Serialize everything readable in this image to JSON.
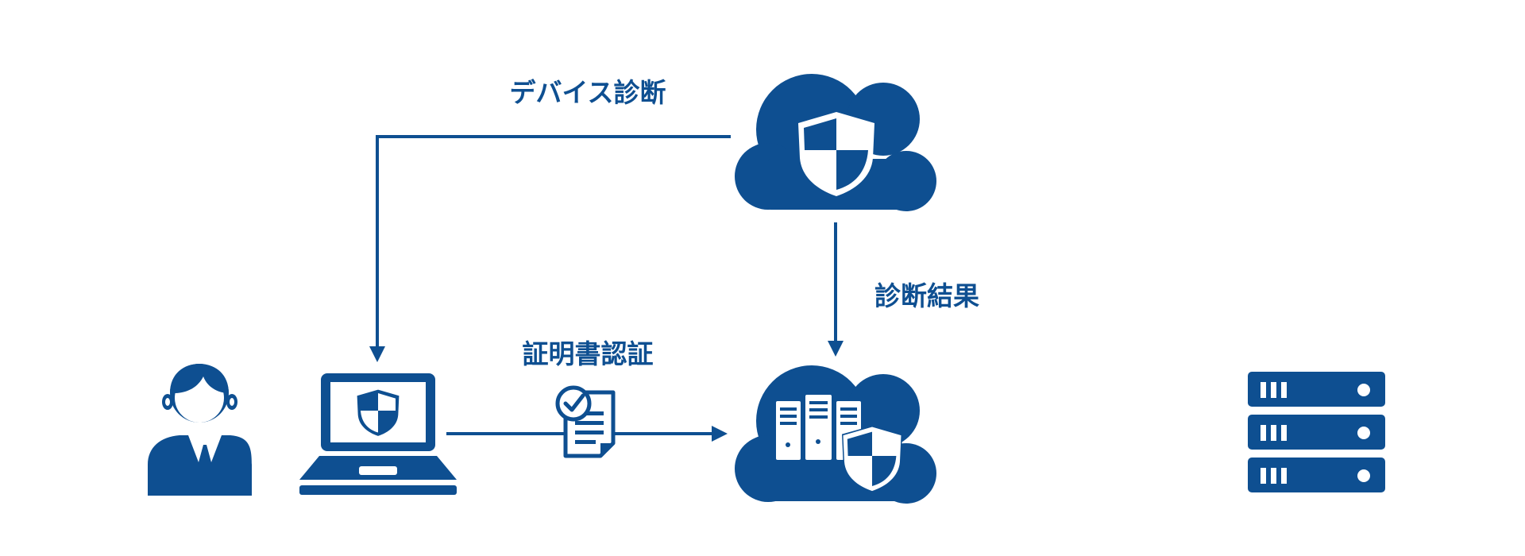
{
  "colors": {
    "primary": "#0e4f91",
    "background": "#ffffff"
  },
  "labels": {
    "device_diagnosis": "デバイス診断",
    "diagnosis_result": "診断結果",
    "certificate_auth": "証明書認証"
  },
  "icons": {
    "user": "user-icon",
    "laptop": "laptop-icon",
    "security_cloud": "security-cloud-icon",
    "certificate": "certificate-icon",
    "server_cloud": "server-cloud-icon",
    "server_rack": "server-rack-icon"
  }
}
